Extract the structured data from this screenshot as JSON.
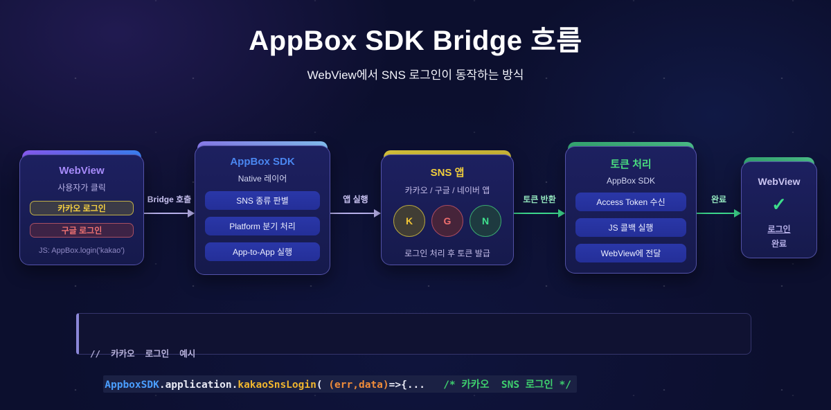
{
  "header": {
    "title": "AppBox SDK Bridge 흐름",
    "subtitle": "WebView에서 SNS 로그인이 동작하는 방식"
  },
  "flow": {
    "boxes": {
      "webview_start": {
        "title": "WebView",
        "subtitle": "사용자가 클릭",
        "buttons": [
          {
            "label": "카카오 로그인",
            "color": "#f5d042"
          },
          {
            "label": "구글 로그인",
            "color": "#ef7272"
          }
        ],
        "caption": "JS: AppBox.login('kakao')"
      },
      "appbox_sdk": {
        "title": "AppBox SDK",
        "subtitle": "Native 레이어",
        "steps": [
          "SNS 종류 판별",
          "Platform 분기 처리",
          "App-to-App 실행"
        ]
      },
      "sns_app": {
        "title": "SNS 앱",
        "subtitle": "카카오 / 구글 / 네이버 앱",
        "apps": [
          {
            "letter": "K",
            "color": "#f2c635"
          },
          {
            "letter": "G",
            "color": "#ef6e6e"
          },
          {
            "letter": "N",
            "color": "#3fe08e"
          }
        ],
        "caption": "로그인 처리 후 토큰 발급"
      },
      "token_handling": {
        "title": "토큰 처리",
        "subtitle": "AppBox SDK",
        "steps": [
          "Access Token 수신",
          "JS 콜백 실행",
          "WebView에 전달"
        ]
      },
      "webview_end": {
        "title": "WebView",
        "check_icon": "✓",
        "caption_line1": "로그인",
        "caption_line2": "완료"
      }
    },
    "arrows": [
      {
        "label": "Bridge 호출",
        "color": "#b7b0ea"
      },
      {
        "label": "앱 실행",
        "color": "#b7b0ea"
      },
      {
        "label": "토큰 반환",
        "color": "#3dd68c"
      },
      {
        "label": "완료",
        "color": "#3dd68c"
      }
    ]
  },
  "code": {
    "comment": "//  카카오  로그인  예시",
    "tokens": [
      {
        "text": "AppboxSDK"
      },
      {
        "text": "."
      },
      {
        "text": "application"
      },
      {
        "text": "."
      },
      {
        "text": "kakaoSnsLogin"
      },
      {
        "text": "( "
      },
      {
        "text": "(err,data)"
      },
      {
        "text": "=>{...  "
      },
      {
        "text": " /* 카카오  SNS 로그인 */"
      }
    ]
  },
  "colors": {
    "background": "#0c0f2e",
    "card_bg": "#1a1d55",
    "sdk_blue": "#4a86f0",
    "kakao_yellow": "#f5d042",
    "google_red": "#ef7272",
    "naver_green": "#3fe08e",
    "token_green": "#4ade80",
    "purple_accent": "#a78bfa",
    "arrow_lavender": "#b7b0ea",
    "arrow_green": "#3dd68c"
  }
}
